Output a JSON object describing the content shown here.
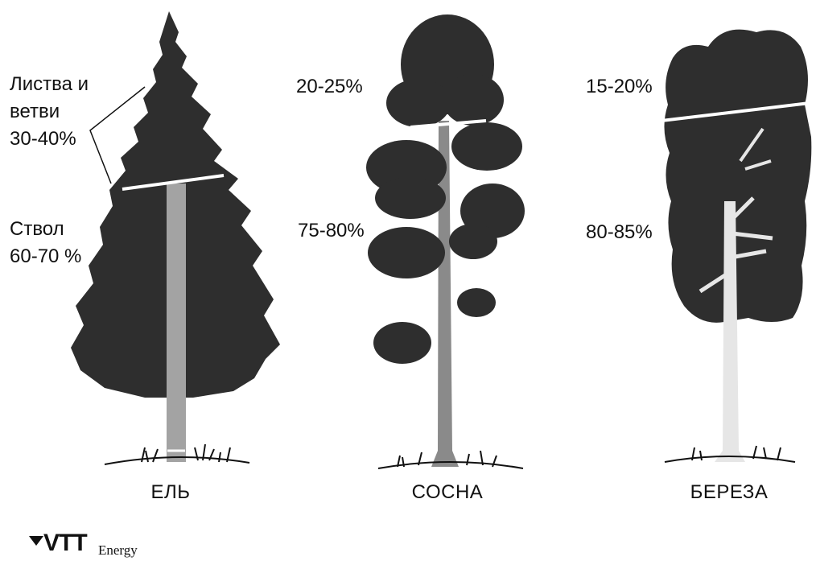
{
  "spruce": {
    "foliage_label_line1": "Листва и",
    "foliage_label_line2": "ветви",
    "foliage_percent": "30-40%",
    "trunk_label": "Ствол",
    "trunk_percent": "60-70 %",
    "name": "ЕЛЬ"
  },
  "pine": {
    "foliage_percent": "20-25%",
    "trunk_percent": "75-80%",
    "name": "СОСНА"
  },
  "birch": {
    "foliage_percent": "15-20%",
    "trunk_percent": "80-85%",
    "name": "БЕРЕЗА"
  },
  "logo": {
    "brand": "VTT",
    "text": "Energy"
  },
  "colors": {
    "foliage": "#2e2e2e",
    "spruce_trunk": "#a3a3a3",
    "pine_trunk": "#8a8a8a",
    "birch_trunk": "#e6e6e6",
    "divider": "#ffffff"
  }
}
